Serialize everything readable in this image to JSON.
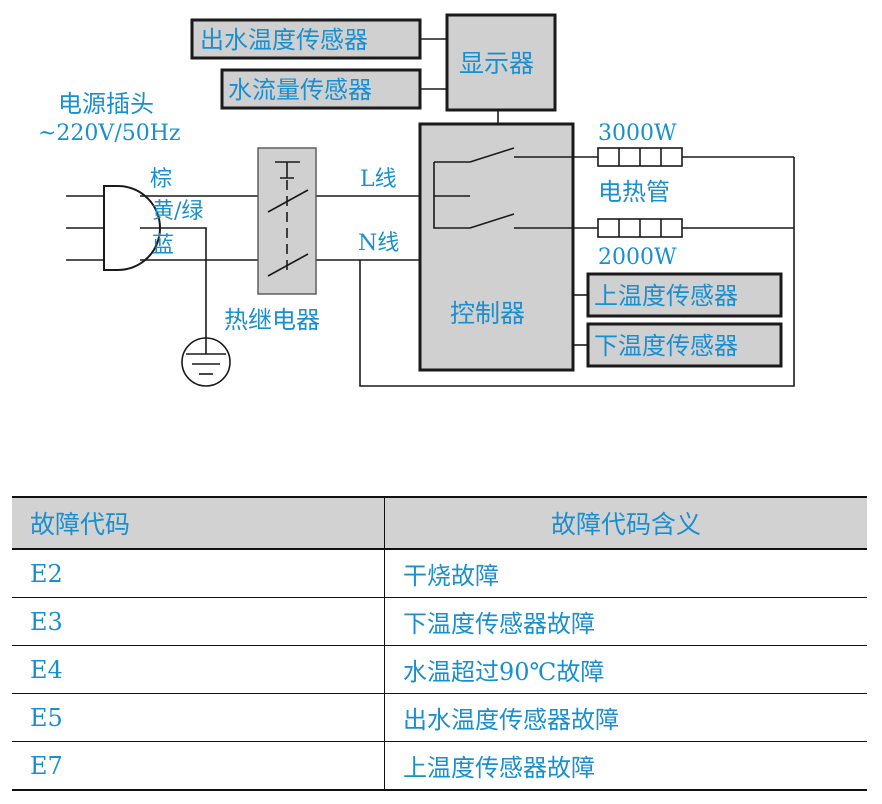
{
  "diagram": {
    "plug_title": "电源插头",
    "plug_voltage": "~220V/50Hz",
    "wire_brown": "棕",
    "wire_yellow_green": "黄/绿",
    "wire_blue": "蓝",
    "relay_label": "热继电器",
    "l_line": "L线",
    "n_line": "N线",
    "outlet_temp_sensor": "出水温度传感器",
    "flow_sensor": "水流量传感器",
    "display": "显示器",
    "controller": "控制器",
    "power_high": "3000W",
    "heater_label": "电热管",
    "power_low": "2000W",
    "upper_temp_sensor": "上温度传感器",
    "lower_temp_sensor": "下温度传感器"
  },
  "table": {
    "headers": [
      "故障代码",
      "故障代码含义"
    ],
    "rows": [
      {
        "code": "E2",
        "meaning": "干烧故障"
      },
      {
        "code": "E3",
        "meaning": "下温度传感器故障"
      },
      {
        "code": "E4",
        "meaning": "水温超过90℃故障"
      },
      {
        "code": "E5",
        "meaning": "出水温度传感器故障"
      },
      {
        "code": "E7",
        "meaning": "上温度传感器故障"
      }
    ]
  },
  "colors": {
    "text": "#1a8fd0",
    "box_fill": "#d0d0d0",
    "header_fill": "#d2d2d2"
  }
}
